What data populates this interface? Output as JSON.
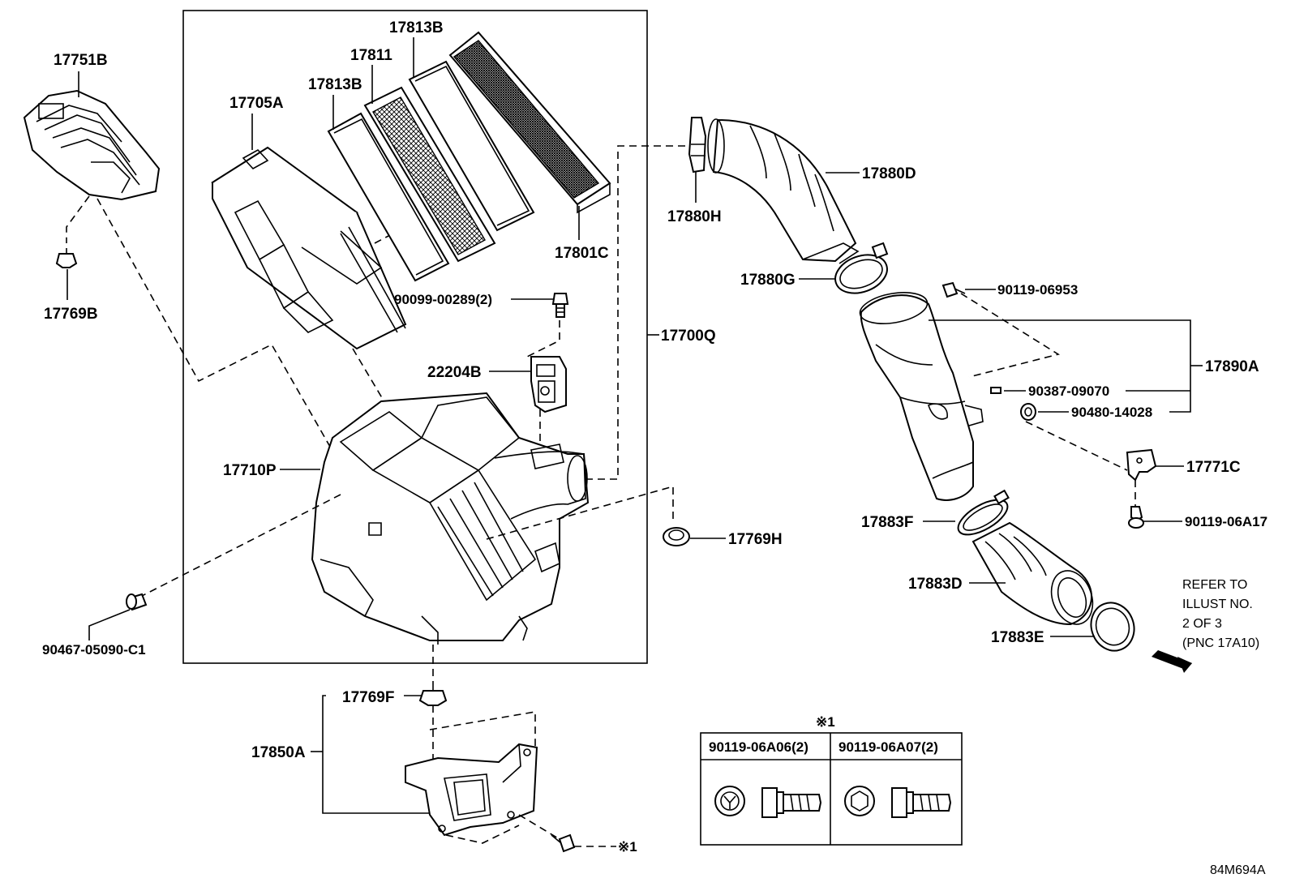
{
  "labels": {
    "p17751B": "17751B",
    "p17769B": "17769B",
    "p17705A": "17705A",
    "p17813B_a": "17813B",
    "p17811": "17811",
    "p17813B_b": "17813B",
    "p17801C": "17801C",
    "p90099": "90099-00289(2)",
    "p17700Q": "17700Q",
    "p22204B": "22204B",
    "p17710P": "17710P",
    "p90467": "90467-05090-C1",
    "p17769F": "17769F",
    "p17850A": "17850A",
    "p17880H": "17880H",
    "p17880D": "17880D",
    "p17880G": "17880G",
    "p90119_06953": "90119-06953",
    "p17890A": "17890A",
    "p90387": "90387-09070",
    "p90480": "90480-14028",
    "p17771C": "17771C",
    "p90119_06A17": "90119-06A17",
    "p17769H": "17769H",
    "p17883F": "17883F",
    "p17883D": "17883D",
    "p17883E": "17883E",
    "mark1": "※1",
    "mark1_table": "※1"
  },
  "reference_note": [
    "REFER TO",
    "ILLUST NO.",
    "2 OF 3",
    "(PNC 17A10)"
  ],
  "legend_table": {
    "col1": "90119-06A06(2)",
    "col2": "90119-06A07(2)"
  },
  "diagram_code": "84M694A"
}
